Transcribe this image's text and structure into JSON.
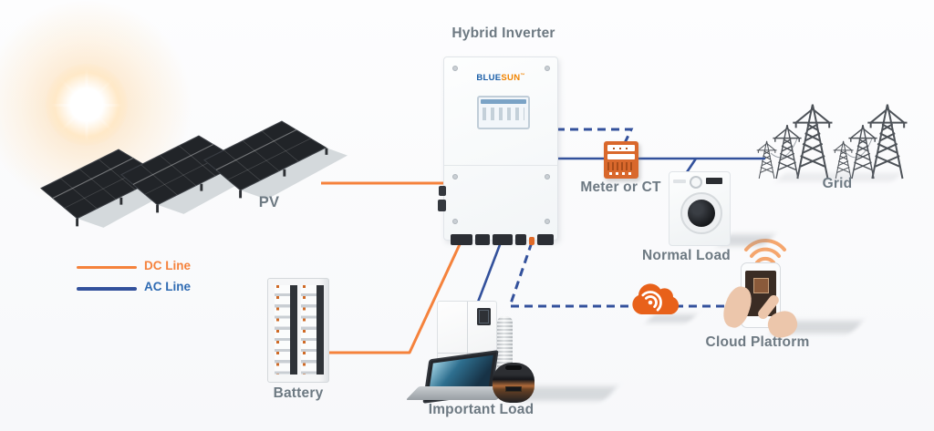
{
  "diagram": {
    "title": "Hybrid Inverter",
    "nodes": {
      "pv": {
        "label": "PV"
      },
      "battery": {
        "label": "Battery"
      },
      "important_load": {
        "label": "Important Load"
      },
      "meter": {
        "label": "Meter or CT"
      },
      "normal_load": {
        "label": "Normal Load"
      },
      "grid": {
        "label": "Grid"
      },
      "cloud_platform": {
        "label": "Cloud Platform"
      }
    },
    "legend": {
      "dc_label": "DC Line",
      "ac_label": "AC Line"
    },
    "inverter_brand": {
      "blue": "BLUE",
      "orange": "SUN",
      "tm": "™"
    },
    "colors": {
      "dc_line": "#F5823C",
      "ac_line": "#33519C",
      "label_gray": "#6D7982",
      "meter_orange": "#D9682C",
      "cloud_orange": "#E8611A"
    },
    "connections": [
      {
        "from": "pv",
        "to": "inverter",
        "line": "dc",
        "style": "solid"
      },
      {
        "from": "inverter",
        "to": "battery",
        "line": "dc",
        "style": "solid"
      },
      {
        "from": "inverter",
        "to": "important_load",
        "line": "ac",
        "style": "solid"
      },
      {
        "from": "inverter",
        "to": "grid",
        "line": "ac",
        "style": "solid"
      },
      {
        "from": "ac_grid_line",
        "to": "normal_load",
        "line": "ac",
        "style": "solid"
      },
      {
        "from": "inverter",
        "to": "meter",
        "line": "ac",
        "style": "dashed"
      },
      {
        "from": "inverter",
        "to": "cloud_platform",
        "line": "ac",
        "style": "dashed"
      }
    ]
  }
}
